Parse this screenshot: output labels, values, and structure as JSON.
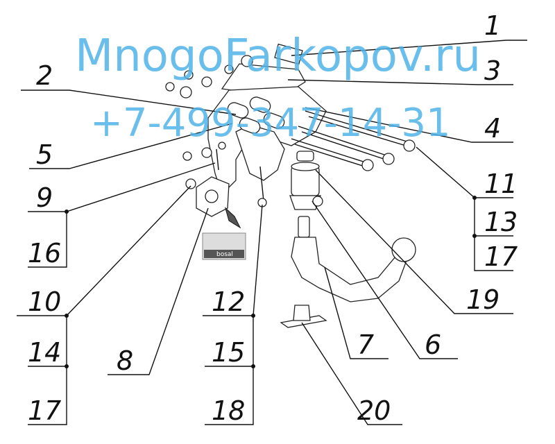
{
  "watermark": {
    "site": "MnogoFarkopov.ru",
    "phone": "+7-499-347-14-31",
    "color": "#4fb3e8"
  },
  "plate_brand": "bosal",
  "callouts": [
    "1",
    "2",
    "3",
    "4",
    "5",
    "9",
    "16",
    "11",
    "13",
    "17",
    "10",
    "14",
    "17",
    "8",
    "12",
    "15",
    "18",
    "7",
    "6",
    "19",
    "20"
  ],
  "icons": {
    "dot": "leader-dot",
    "arrow": "pointer-arrow"
  }
}
